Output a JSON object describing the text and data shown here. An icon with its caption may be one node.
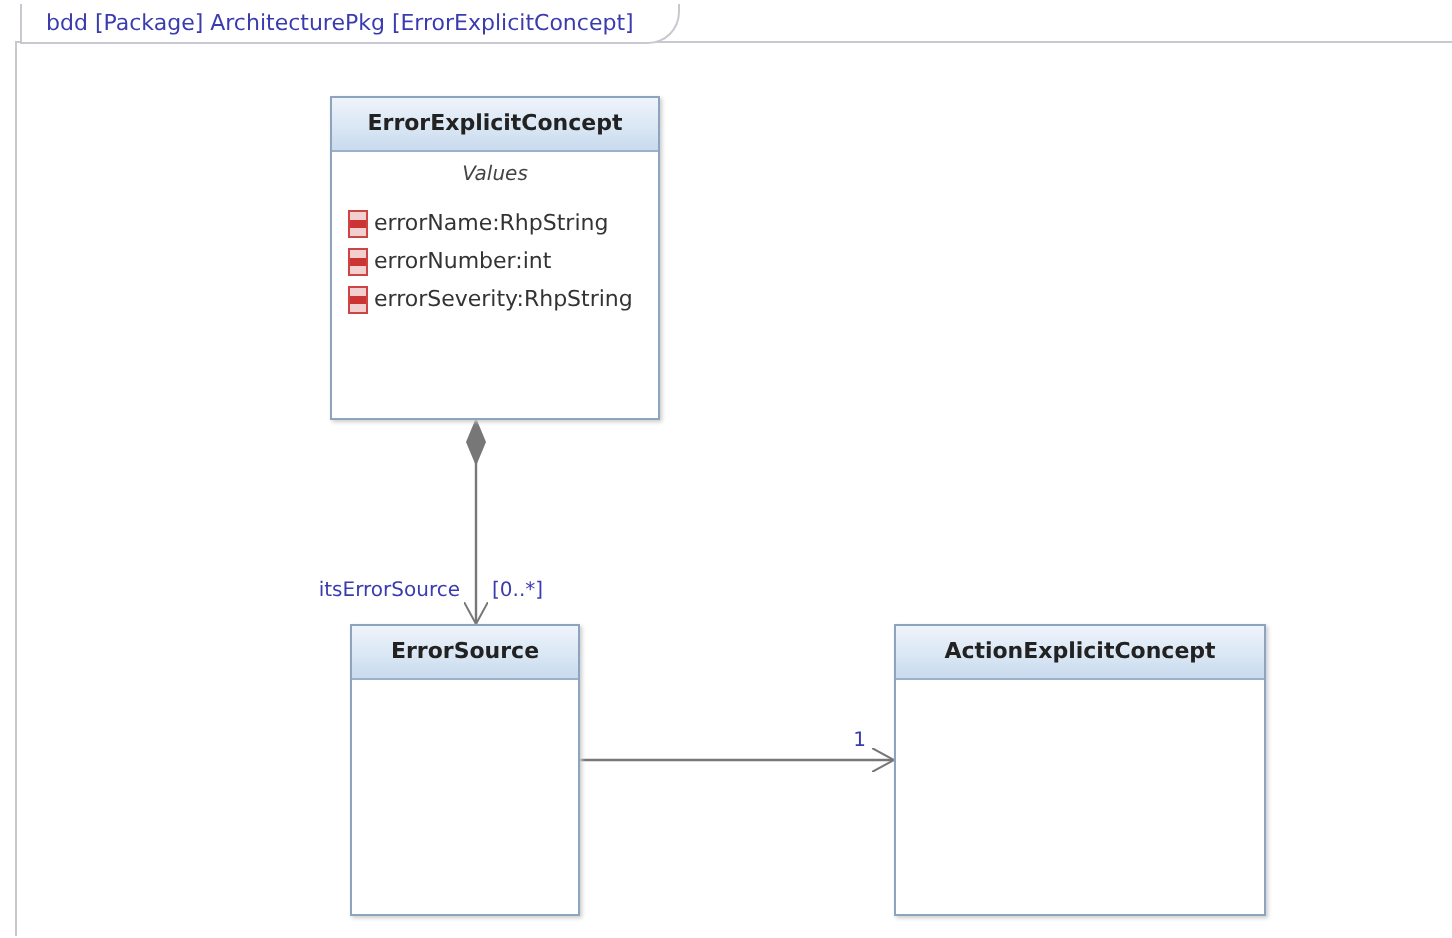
{
  "diagram": {
    "title": "bdd [Package] ArchitecturePkg [ErrorExplicitConcept]",
    "nodes": [
      {
        "text": [
          "ErrorExplicitConcept",
          "Values",
          "errorName:RhpString",
          "errorNumber:int",
          "errorSeverity:RhpString"
        ]
      },
      {
        "text": [
          "ErrorSource"
        ]
      },
      {
        "text": [
          "ActionExplicitConcept"
        ]
      }
    ],
    "edges": [
      {
        "from": 0,
        "to": 1,
        "arrow": "to",
        "label": "itsErrorSource"
      },
      {
        "from": 1,
        "to": 2,
        "arrow": "to",
        "label": "1"
      }
    ],
    "labels": [
      "[0..*]"
    ]
  }
}
